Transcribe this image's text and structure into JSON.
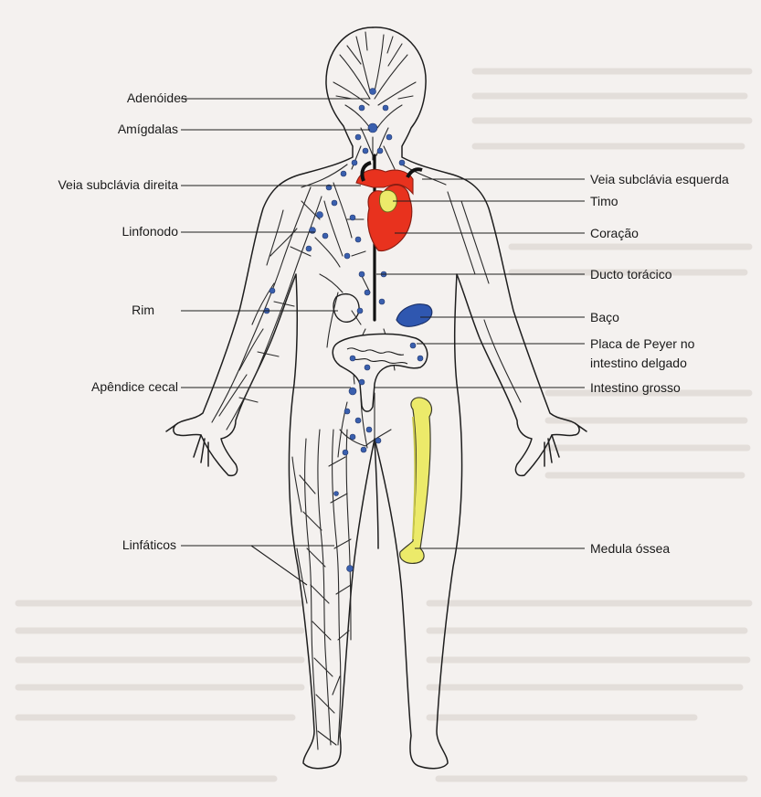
{
  "labels_left": {
    "adenoides": "Adenóides",
    "amigdalas": "Amígdalas",
    "veia_subclavia_direita": "Veia subclávia direita",
    "linfonodo": "Linfonodo",
    "rim": "Rim",
    "apendice_cecal": "Apêndice cecal",
    "linfaticos": "Linfáticos"
  },
  "labels_right": {
    "veia_subclavia_esquerda": "Veia subclávia esquerda",
    "timo": "Timo",
    "coracao": "Coração",
    "ducto_toracico": "Ducto torácico",
    "baco": "Baço",
    "placa_peyer_line1": "Placa de Peyer no",
    "placa_peyer_line2": "intestino delgado",
    "intestino_grosso": "Intestino grosso",
    "medula_ossea": "Medula óssea"
  },
  "colors": {
    "node_blue": "#3a5fae",
    "heart_red": "#e8321e",
    "marrow_yellow": "#ecea6a",
    "spleen_blue": "#2f57b0",
    "outline": "#1e1e1e",
    "background": "#f4f1ef"
  }
}
